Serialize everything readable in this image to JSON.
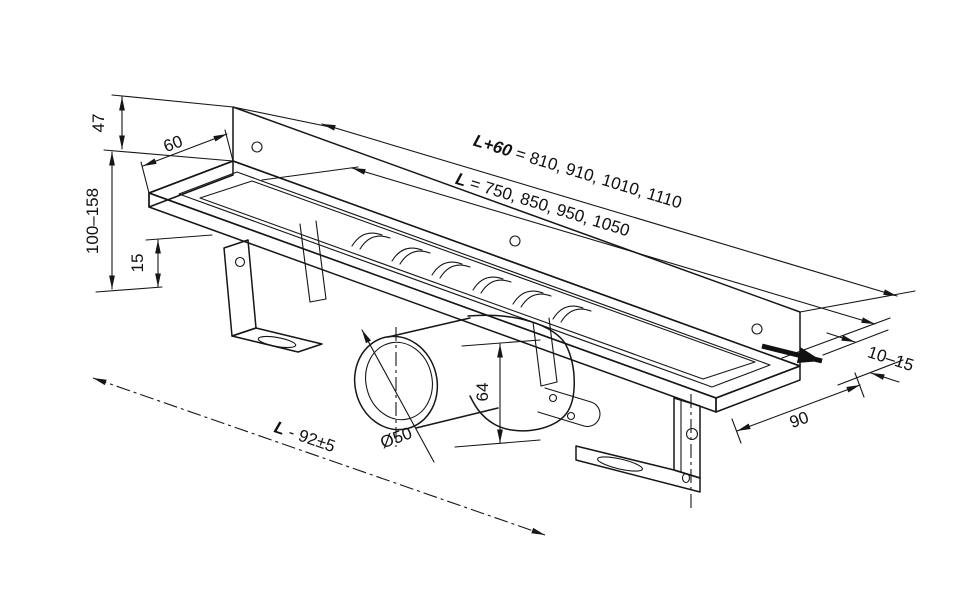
{
  "dims": {
    "flange_height": "47",
    "install_height_range": "100–158",
    "flange_depth": "60",
    "rim_offset": "15",
    "total_length_label": "L+60",
    "total_length_values": " = 810, 910, 1010, 1110",
    "channel_length_label": "L",
    "channel_length_values": " = 750, 850, 950, 1050",
    "outlet_height": "64",
    "outlet_pipe_diameter": "Ø50",
    "drain_axis_label": "L",
    "drain_axis_values": " - 92±5",
    "bracket_offset": "90",
    "adjustment_range": "10–15"
  }
}
